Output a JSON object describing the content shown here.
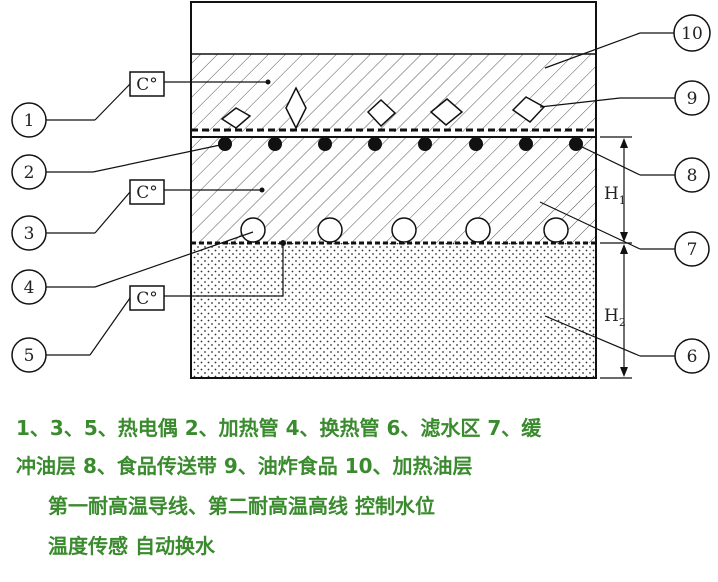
{
  "diagram": {
    "sensor_label": "C°",
    "callouts": [
      "1",
      "2",
      "3",
      "4",
      "5",
      "6",
      "7",
      "8",
      "9",
      "10"
    ],
    "dim_h1": "H",
    "dim_h1_sub": "1",
    "dim_h2": "H",
    "dim_h2_sub": "2"
  },
  "legend": {
    "line1": "1、3、5、热电偶   2、加热管    4、换热管   6、滤水区 7、缓",
    "line2": "冲油层   8、食品传送带  9、油炸食品  10、加热油层",
    "line3": "第一耐高温导线、第二耐高温高线  控制水位",
    "line4": "温度传感  自动换水"
  }
}
